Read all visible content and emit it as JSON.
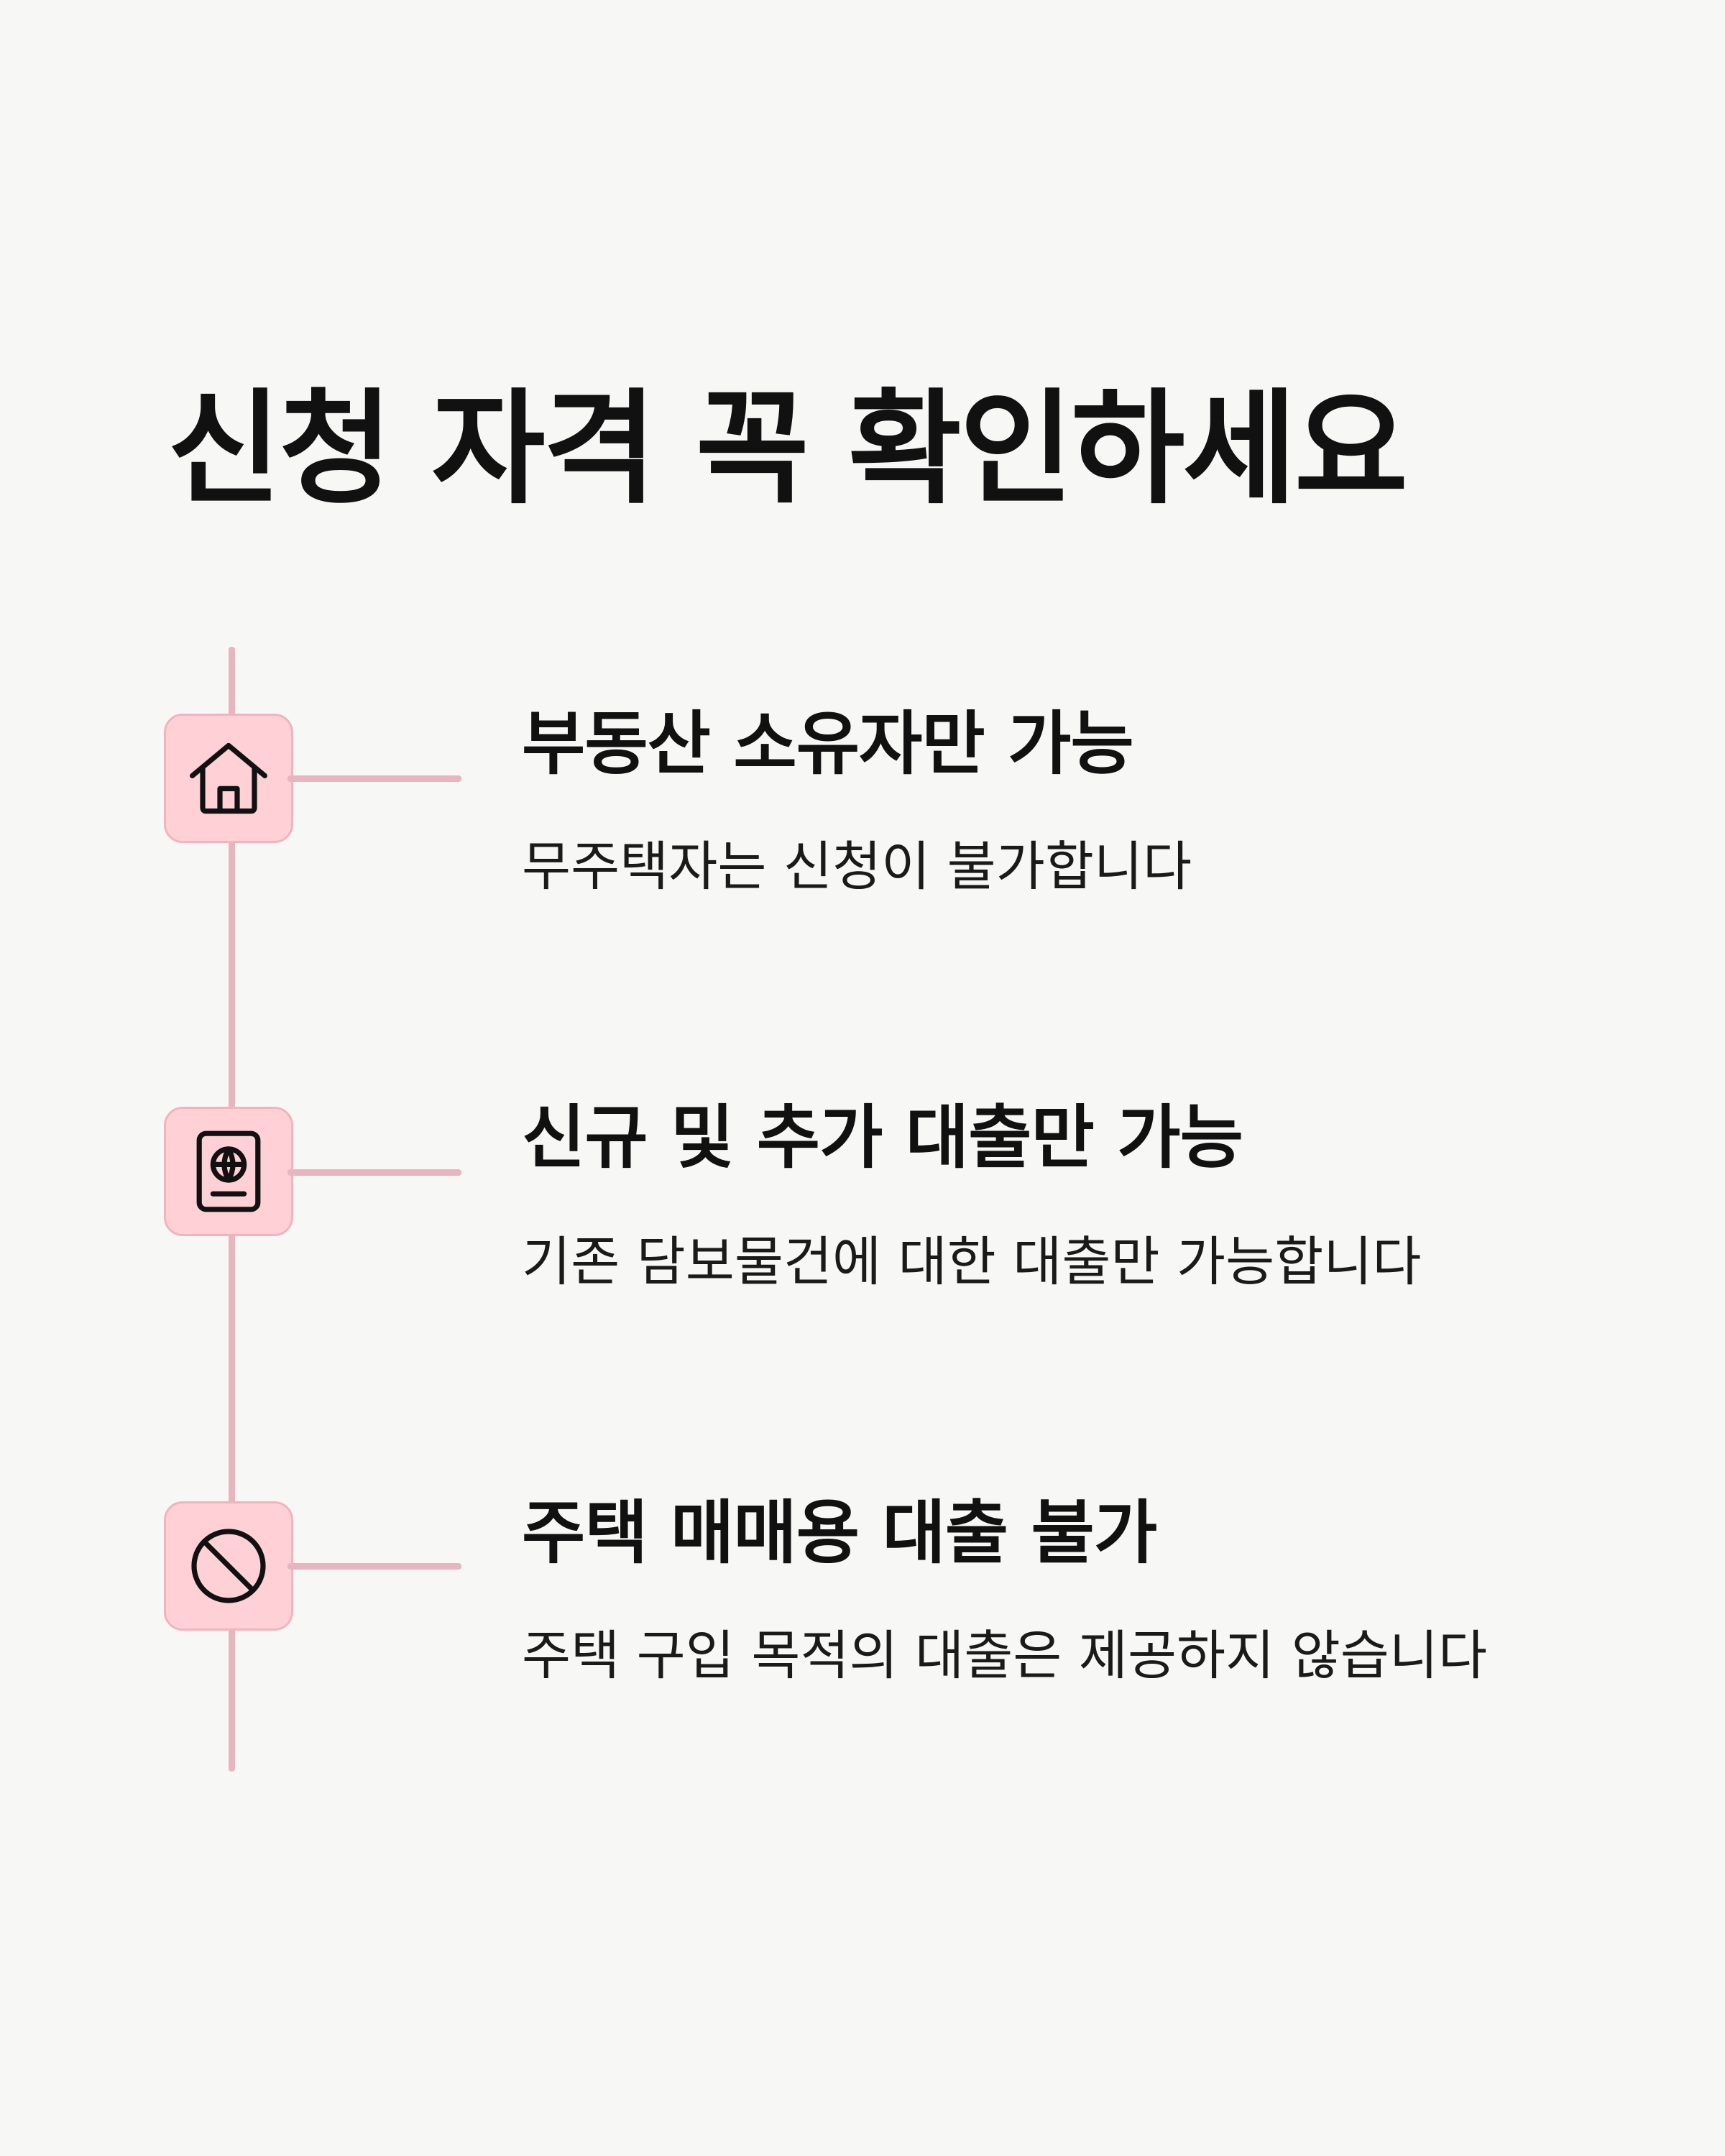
{
  "title": "신청 자격 꼭 확인하세요",
  "accent_colors": {
    "timeline": "#e8b4c0",
    "icon_background": "#ffd0d6",
    "icon_border": "#f2b3be",
    "page_background": "#f7f7f5"
  },
  "items": [
    {
      "icon": "house-icon",
      "heading": "부동산 소유자만 가능",
      "description": "무주택자는 신청이 불가합니다"
    },
    {
      "icon": "passport-icon",
      "heading": "신규 및 추가 대출만 가능",
      "description": "기존 담보물건에 대한 대출만 가능합니다"
    },
    {
      "icon": "prohibited-icon",
      "heading": "주택 매매용 대출 불가",
      "description": "주택 구입 목적의 대출은 제공하지 않습니다"
    }
  ]
}
